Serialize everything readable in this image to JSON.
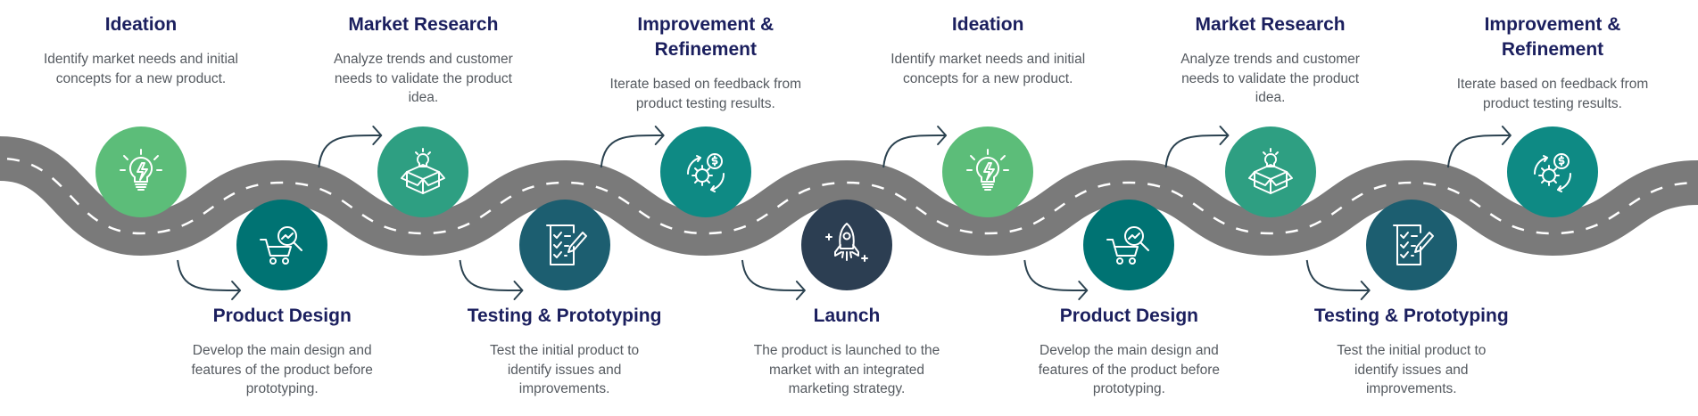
{
  "colors": {
    "road": "#7a7a7a",
    "road_dash": "#ffffff",
    "arrow": "#2b4250",
    "light_green": "#5cbd79",
    "green": "#2e9f82",
    "deep_teal": "#007373",
    "teal": "#0e8a84",
    "dark_teal": "#1c5e70",
    "navy": "#2c3e52",
    "title": "#1b1f5e",
    "text": "#555a60"
  },
  "steps": [
    {
      "title": "Ideation",
      "description": "Identify market needs and initial concepts for a new product.",
      "icon": "lightbulb-icon",
      "color": "#5cbd79",
      "position": "top"
    },
    {
      "title": "Product Design",
      "description": "Develop the main design and features of the product before prototyping.",
      "icon": "cart-magnifier-icon",
      "color": "#007373",
      "position": "bottom"
    },
    {
      "title": "Market Research",
      "description": "Analyze trends and customer needs to validate the product idea.",
      "icon": "idea-box-icon",
      "color": "#2e9f82",
      "position": "top"
    },
    {
      "title": "Testing & Prototyping",
      "description": "Test the initial product to identify issues and improvements.",
      "icon": "checklist-pencil-icon",
      "color": "#1c5e70",
      "position": "bottom"
    },
    {
      "title": "Improvement & Refinement",
      "description": "Iterate based on feedback from product testing results.",
      "icon": "gear-dollar-cycle-icon",
      "color": "#0e8a84",
      "position": "top"
    },
    {
      "title": "Launch",
      "description": "The product is launched to the market with an integrated marketing strategy.",
      "icon": "rocket-icon",
      "color": "#2c3e52",
      "position": "bottom"
    },
    {
      "title": "Ideation",
      "description": "Identify market needs and initial concepts for a new product.",
      "icon": "lightbulb-icon",
      "color": "#5cbd79",
      "position": "top"
    },
    {
      "title": "Product Design",
      "description": "Develop the main design and features of the product before prototyping.",
      "icon": "cart-magnifier-icon",
      "color": "#007373",
      "position": "bottom"
    },
    {
      "title": "Market Research",
      "description": "Analyze trends and customer needs to validate the product idea.",
      "icon": "idea-box-icon",
      "color": "#2e9f82",
      "position": "top"
    },
    {
      "title": "Testing & Prototyping",
      "description": "Test the initial product to identify issues and improvements.",
      "icon": "checklist-pencil-icon",
      "color": "#1c5e70",
      "position": "bottom"
    },
    {
      "title": "Improvement & Refinement",
      "description": "Iterate based on feedback from product testing results.",
      "icon": "gear-dollar-cycle-icon",
      "color": "#0e8a84",
      "position": "top"
    }
  ]
}
